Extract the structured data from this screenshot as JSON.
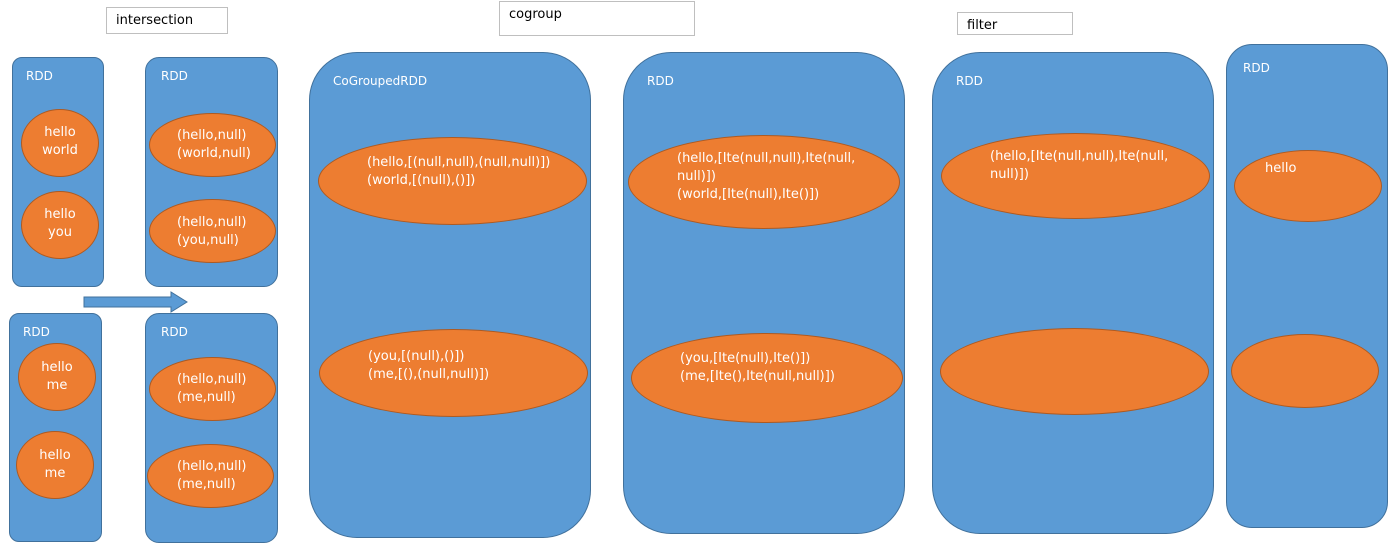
{
  "labels": {
    "intersection": "intersection",
    "cogroup": "cogroup",
    "filter": "filter"
  },
  "colors": {
    "rdd_fill": "#5b9bd5",
    "rdd_border": "#41719c",
    "item_fill": "#ed7d31",
    "item_border": "#ae5a21",
    "arrow": "#5b9bd5"
  },
  "icons": {
    "flow_arrow": "right-arrow-icon"
  },
  "rdds": {
    "input_a": {
      "title": "RDD",
      "items": [
        "hello\nworld",
        "hello\nyou"
      ]
    },
    "input_b": {
      "title": "RDD",
      "items": [
        "hello\nme",
        "hello\nme"
      ]
    },
    "mapped_a": {
      "title": "RDD",
      "items": [
        "(hello,null)\n(world,null)",
        "(hello,null)\n(you,null)"
      ]
    },
    "mapped_b": {
      "title": "RDD",
      "items": [
        "(hello,null)\n(me,null)",
        "(hello,null)\n(me,null)"
      ]
    },
    "cogrouped": {
      "title": "CoGroupedRDD",
      "items": [
        "(hello,[(null,null),(null,null)])\n(world,[(null),()])",
        "(you,[(null),()])\n(me,[(),(null,null)])"
      ]
    },
    "mapvalues": {
      "title": "RDD",
      "items": [
        "(hello,[Ite(null,null),Ite(null,\nnull)])\n(world,[Ite(null),Ite()])",
        "(you,[Ite(null),Ite()])\n(me,[Ite(),Ite(null,null)])"
      ]
    },
    "filtered": {
      "title": "RDD",
      "items": [
        "(hello,[Ite(null,null),Ite(null,\nnull)])",
        ""
      ]
    },
    "result": {
      "title": "RDD",
      "items": [
        "hello",
        ""
      ]
    }
  }
}
